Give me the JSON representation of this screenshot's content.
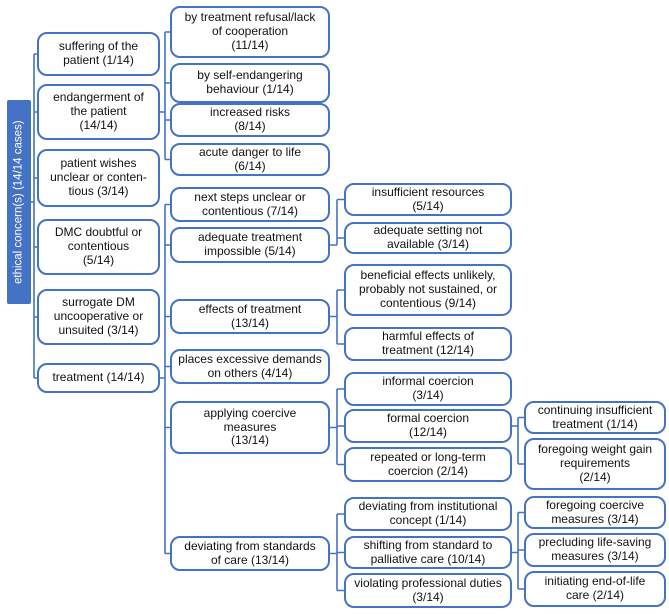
{
  "figure": {
    "root": {
      "label": "ethical concern(s) (14/14 cases)"
    },
    "nodes": {
      "suffering-of-patient": {
        "label": "suffering of the\npatient (1/14)",
        "parent": "root"
      },
      "endangerment": {
        "label": "endangerment of\nthe patient\n(14/14)",
        "parent": "root"
      },
      "patient-wishes": {
        "label": "patient wishes\nunclear or conten-\ntious (3/14)",
        "parent": "root"
      },
      "dmc-doubtful": {
        "label": "DMC doubtful or\ncontentious\n(5/14)",
        "parent": "root"
      },
      "surrogate-dm": {
        "label": "surrogate DM\nuncooperative or\nunsuited (3/14)",
        "parent": "root"
      },
      "treatment": {
        "label": "treatment (14/14)",
        "parent": "root"
      },
      "treatment-refusal": {
        "label": "by treatment refusal/lack\nof cooperation\n(11/14)",
        "parent": "endangerment"
      },
      "self-endangering": {
        "label": "by self-endangering\nbehaviour (1/14)",
        "parent": "endangerment"
      },
      "increased-risks": {
        "label": "increased risks\n(8/14)",
        "parent": "endangerment"
      },
      "acute-danger": {
        "label": "acute danger to life\n(6/14)",
        "parent": "endangerment"
      },
      "next-steps": {
        "label": "next steps unclear or\ncontentious (7/14)",
        "parent": "treatment"
      },
      "adequate-treatment-impossible": {
        "label": "adequate treatment\nimpossible (5/14)",
        "parent": "treatment"
      },
      "effects-of-treatment": {
        "label": "effects of treatment\n(13/14)",
        "parent": "treatment"
      },
      "excessive-demands": {
        "label": "places excessive demands\non others (4/14)",
        "parent": "treatment"
      },
      "applying-coercion": {
        "label": "applying coercive\nmeasures\n(13/14)",
        "parent": "treatment"
      },
      "deviating-standards": {
        "label": "deviating from standards\nof care (13/14)",
        "parent": "treatment"
      },
      "insufficient-resources": {
        "label": "insufficient resources\n(5/14)",
        "parent": "adequate-treatment-impossible"
      },
      "setting-not-available": {
        "label": "adequate setting not\navailable (3/14)",
        "parent": "adequate-treatment-impossible"
      },
      "beneficial-effects": {
        "label": "beneficial effects unlikely,\nprobably not sustained, or\ncontentious (9/14)",
        "parent": "effects-of-treatment"
      },
      "harmful-effects": {
        "label": "harmful effects of\ntreatment (12/14)",
        "parent": "effects-of-treatment"
      },
      "informal-coercion": {
        "label": "informal coercion\n(3/14)",
        "parent": "applying-coercion"
      },
      "formal-coercion": {
        "label": "formal coercion\n(12/14)",
        "parent": "applying-coercion"
      },
      "repeated-coercion": {
        "label": "repeated or long-term\ncoercion (2/14)",
        "parent": "applying-coercion"
      },
      "institutional-concept": {
        "label": "deviating from institutional\nconcept (1/14)",
        "parent": "deviating-standards"
      },
      "palliative-shift": {
        "label": "shifting from standard to\npalliative care (10/14)",
        "parent": "deviating-standards"
      },
      "professional-duties": {
        "label": "violating professional duties\n(3/14)",
        "parent": "deviating-standards"
      },
      "continuing-insufficient": {
        "label": "continuing insufficient\ntreatment (1/14)",
        "parent": "formal-coercion"
      },
      "weight-gain": {
        "label": "foregoing weight gain\nrequirements\n(2/14)",
        "parent": "formal-coercion"
      },
      "foregoing-coercion": {
        "label": "foregoing coercive\nmeasures (3/14)",
        "parent": "palliative-shift"
      },
      "precluding-lifesaving": {
        "label": "precluding life-saving\nmeasures (3/14)",
        "parent": "palliative-shift"
      },
      "end-of-life": {
        "label": "initiating end-of-life\ncare (2/14)",
        "parent": "palliative-shift"
      }
    }
  },
  "colors": {
    "accent": "#4472C4",
    "box_fill": "#ffffff",
    "text": "#111111",
    "root_text": "#ffffff"
  }
}
